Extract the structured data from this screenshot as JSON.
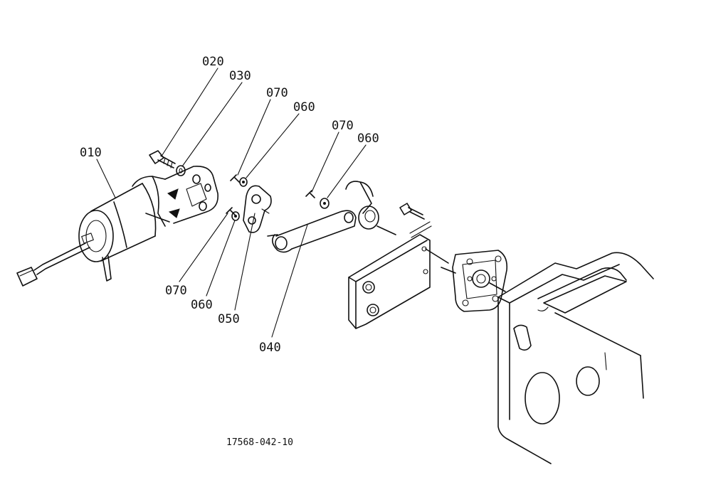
{
  "diagram": {
    "drawing_code": "17568-042-10",
    "callouts": [
      {
        "id": "c020",
        "label": "020"
      },
      {
        "id": "c030",
        "label": "030"
      },
      {
        "id": "c070a",
        "label": "070"
      },
      {
        "id": "c060a",
        "label": "060"
      },
      {
        "id": "c070b",
        "label": "070"
      },
      {
        "id": "c060b",
        "label": "060"
      },
      {
        "id": "c010",
        "label": "010"
      },
      {
        "id": "c070c",
        "label": "070"
      },
      {
        "id": "c060c",
        "label": "060"
      },
      {
        "id": "c050",
        "label": "050"
      },
      {
        "id": "c040",
        "label": "040"
      }
    ]
  }
}
